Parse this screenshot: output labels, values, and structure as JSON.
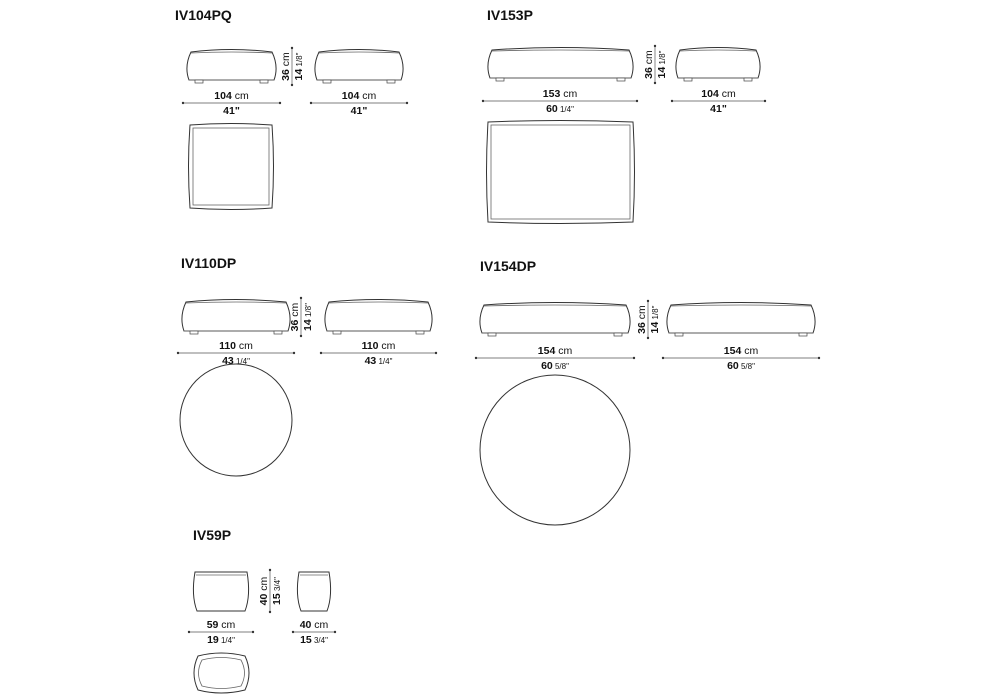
{
  "products": [
    {
      "code": "IV104PQ",
      "plan_shape": "square",
      "front": {
        "cm": "104 cm",
        "in": "41\""
      },
      "side": {
        "cm": "104 cm",
        "in": "41\""
      },
      "height": {
        "cm": "36 cm",
        "in": "14 1/8\""
      }
    },
    {
      "code": "IV153P",
      "plan_shape": "rectangle",
      "front": {
        "cm": "153 cm",
        "in": "60 1/4\""
      },
      "side": {
        "cm": "104 cm",
        "in": "41\""
      },
      "height": {
        "cm": "36 cm",
        "in": "14 1/8\""
      }
    },
    {
      "code": "IV110DP",
      "plan_shape": "circle",
      "front": {
        "cm": "110 cm",
        "in": "43 1/4\""
      },
      "side": {
        "cm": "110 cm",
        "in": "43 1/4\""
      },
      "height": {
        "cm": "36 cm",
        "in": "14 1/8\""
      }
    },
    {
      "code": "IV154DP",
      "plan_shape": "circle",
      "front": {
        "cm": "154 cm",
        "in": "60 5/8\""
      },
      "side": {
        "cm": "154 cm",
        "in": "60 5/8\""
      },
      "height": {
        "cm": "36 cm",
        "in": "14 1/8\""
      }
    },
    {
      "code": "IV59P",
      "plan_shape": "oval",
      "front": {
        "cm": "59 cm",
        "in": "19 1/4\""
      },
      "side": {
        "cm": "40 cm",
        "in": "15 3/4\""
      },
      "height": {
        "cm": "40 cm",
        "in": "15 3/4\""
      }
    }
  ]
}
